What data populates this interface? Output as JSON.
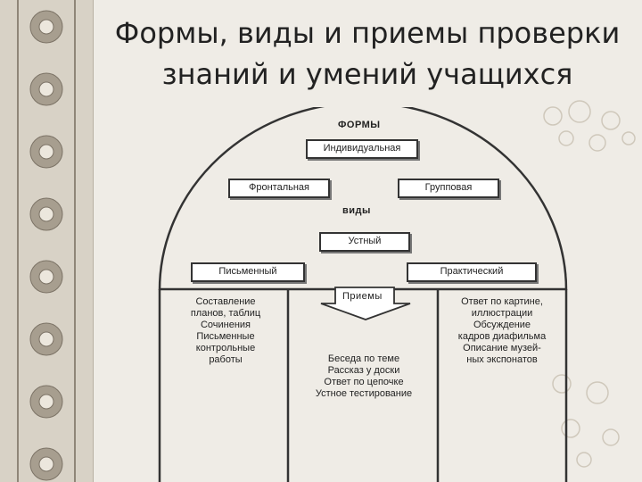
{
  "title": {
    "line1": "Формы, виды и приемы проверки",
    "line2": "знаний и умений учащихся"
  },
  "diagram": {
    "forms_heading": "ФОРМЫ",
    "forms": {
      "individual": "Индивидуальная",
      "frontal": "Фронтальная",
      "group": "Групповая"
    },
    "types_heading": "виды",
    "types": {
      "oral": "Устный",
      "written": "Письменный",
      "practical": "Практический"
    },
    "techniques_label": "Приемы",
    "columns": {
      "left": "Составление\nпланов, таблиц\nСочинения\nПисьменные\nконтрольные\nработы",
      "center": "Беседа по теме\nРассказ у доски\nОтвет по цепочке\nУстное тестирование",
      "right": "Ответ по картине,\nиллюстрации\nОбсуждение\nкадров диафильма\nОписание музей-\nных экспонатов"
    }
  },
  "colors": {
    "background": "#efece6",
    "border_pattern": "#d8d2c6",
    "lines": "#333333"
  }
}
